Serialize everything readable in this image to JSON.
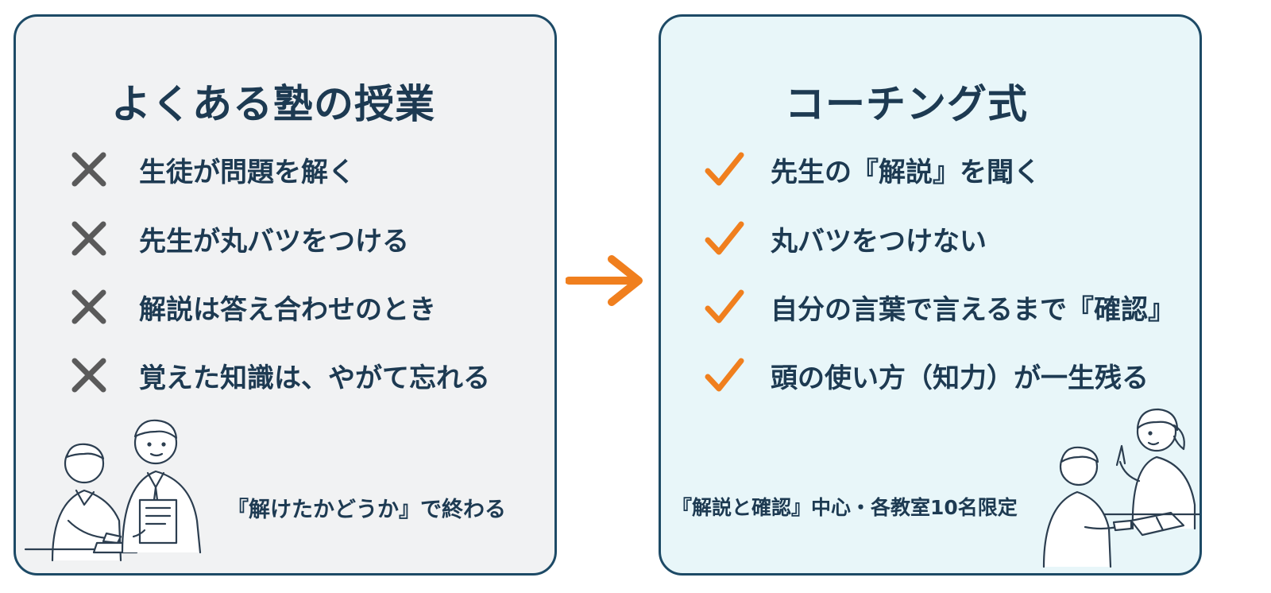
{
  "left_panel": {
    "title": "よくある塾の授業",
    "items": [
      {
        "text": "生徒が問題を解く",
        "icon": "cross-icon"
      },
      {
        "text": "先生が丸バツをつける",
        "icon": "cross-icon"
      },
      {
        "text": "解説は答え合わせのとき",
        "icon": "cross-icon"
      },
      {
        "text": "覚えた知識は、やがて忘れる",
        "icon": "cross-icon"
      }
    ],
    "caption": "『解けたかどうか』で終わる",
    "illustration": "student-and-teacher-grading-illustration"
  },
  "arrow": {
    "icon": "arrow-right-icon"
  },
  "right_panel": {
    "title": "コーチング式",
    "items": [
      {
        "text": "先生の『解説』を聞く",
        "icon": "check-icon"
      },
      {
        "text": "丸バツをつけない",
        "icon": "check-icon"
      },
      {
        "text": "自分の言葉で言えるまで『確認』",
        "icon": "check-icon"
      },
      {
        "text": "頭の使い方（知力）が一生残る",
        "icon": "check-icon"
      }
    ],
    "caption": "『解説と確認』中心・各教室10名限定",
    "illustration": "teacher-explaining-to-student-illustration"
  },
  "colors": {
    "navy": "#1d3a52",
    "border": "#1d4a66",
    "accent_orange": "#f07f1e",
    "cross_gray": "#5a5a5a",
    "left_bg": "#f1f2f3",
    "right_bg": "#e8f6f9"
  }
}
